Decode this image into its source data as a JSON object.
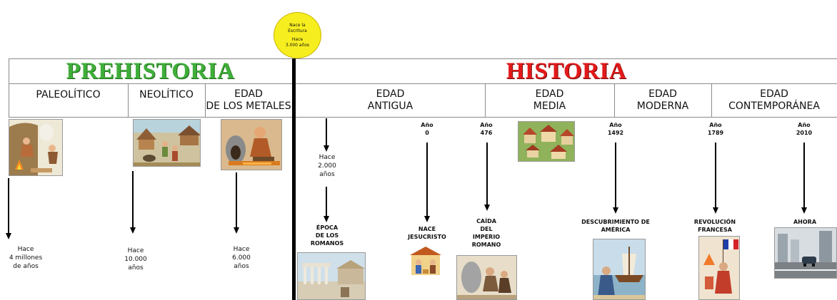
{
  "circle": {
    "line1": "Nace la",
    "line2": "Escritura",
    "line3": "Hace",
    "line4": "3.000 años",
    "color": "#f7ee1f"
  },
  "eras": {
    "prehistoria": {
      "title": "PREHISTORIA",
      "color": "#3fae3a"
    },
    "historia": {
      "title": "HISTORIA",
      "color": "#e21a1a"
    }
  },
  "periods": {
    "paleolitico": {
      "line1": "PALEOLÍTICO"
    },
    "neolitico": {
      "line1": "NEOLÍTICO"
    },
    "metales": {
      "line1": "EDAD",
      "line2": "DE LOS METALES"
    },
    "antigua": {
      "line1": "EDAD",
      "line2": "ANTIGUA"
    },
    "media": {
      "line1": "EDAD",
      "line2": "MEDIA"
    },
    "moderna": {
      "line1": "EDAD",
      "line2": "MODERNA"
    },
    "contemporanea": {
      "line1": "EDAD",
      "line2": "CONTEMPORÁNEA"
    }
  },
  "prehistory_dates": {
    "paleo": {
      "line1": "Hace",
      "line2": "4 millones",
      "line3": "de años"
    },
    "neo": {
      "line1": "Hace",
      "line2": "10.000",
      "line3": "años"
    },
    "metal": {
      "line1": "Hace",
      "line2": "6.000",
      "line3": "años"
    }
  },
  "history_events": {
    "romanos": {
      "date1": "Hace",
      "date2": "2.000",
      "date3": "años",
      "l1": "ÉPOCA",
      "l2": "DE LOS",
      "l3": "ROMANOS"
    },
    "jesus": {
      "year1": "Año",
      "year2": "0",
      "l1": "NACE",
      "l2": "JESUCRISTO"
    },
    "imperio": {
      "year1": "Año",
      "year2": "476",
      "l1": "CAÍDA",
      "l2": "DEL",
      "l3": "IMPERIO",
      "l4": "ROMANO"
    },
    "america": {
      "year1": "Año",
      "year2": "1492",
      "l1": "DESCUBRIMIENTO DE",
      "l2": "AMÉRICA"
    },
    "revolucion": {
      "year1": "Año",
      "year2": "1789",
      "l1": "REVOLUCIÓN",
      "l2": "FRANCESA"
    },
    "ahora": {
      "year1": "Año",
      "year2": "2010",
      "l1": "AHORA"
    }
  }
}
